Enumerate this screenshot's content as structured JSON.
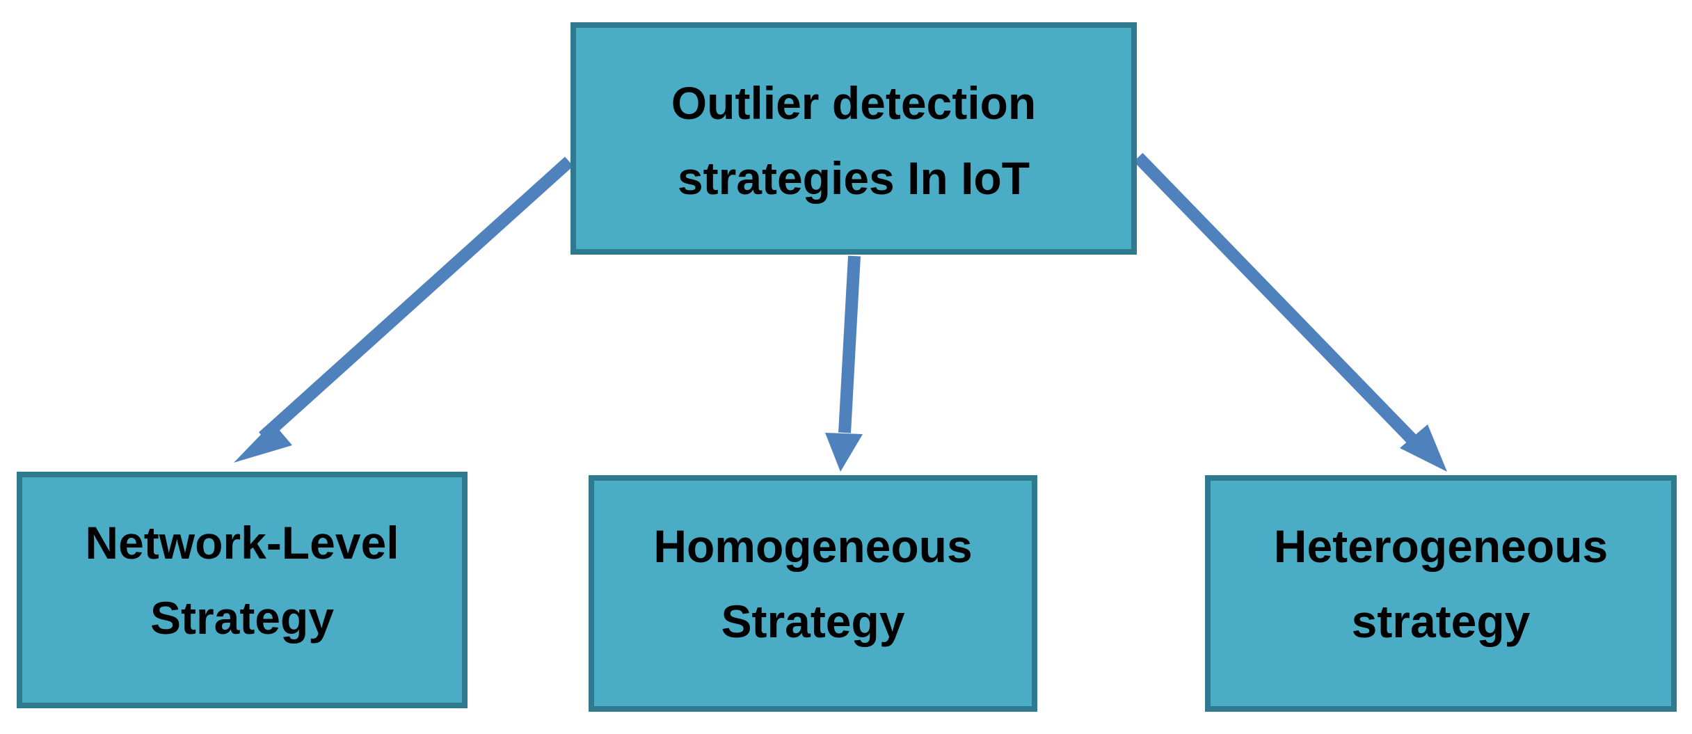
{
  "colors": {
    "box_fill": "#4bacc6",
    "box_border": "#2f7a8f",
    "arrow": "#4f81bd",
    "text": "#000000"
  },
  "root": {
    "lines": [
      "Outlier detection",
      "strategies In IoT"
    ]
  },
  "children": [
    {
      "lines": [
        "Network-Level",
        "Strategy"
      ]
    },
    {
      "lines": [
        "Homogeneous",
        "Strategy"
      ]
    },
    {
      "lines": [
        "Heterogeneous",
        "strategy"
      ]
    }
  ]
}
